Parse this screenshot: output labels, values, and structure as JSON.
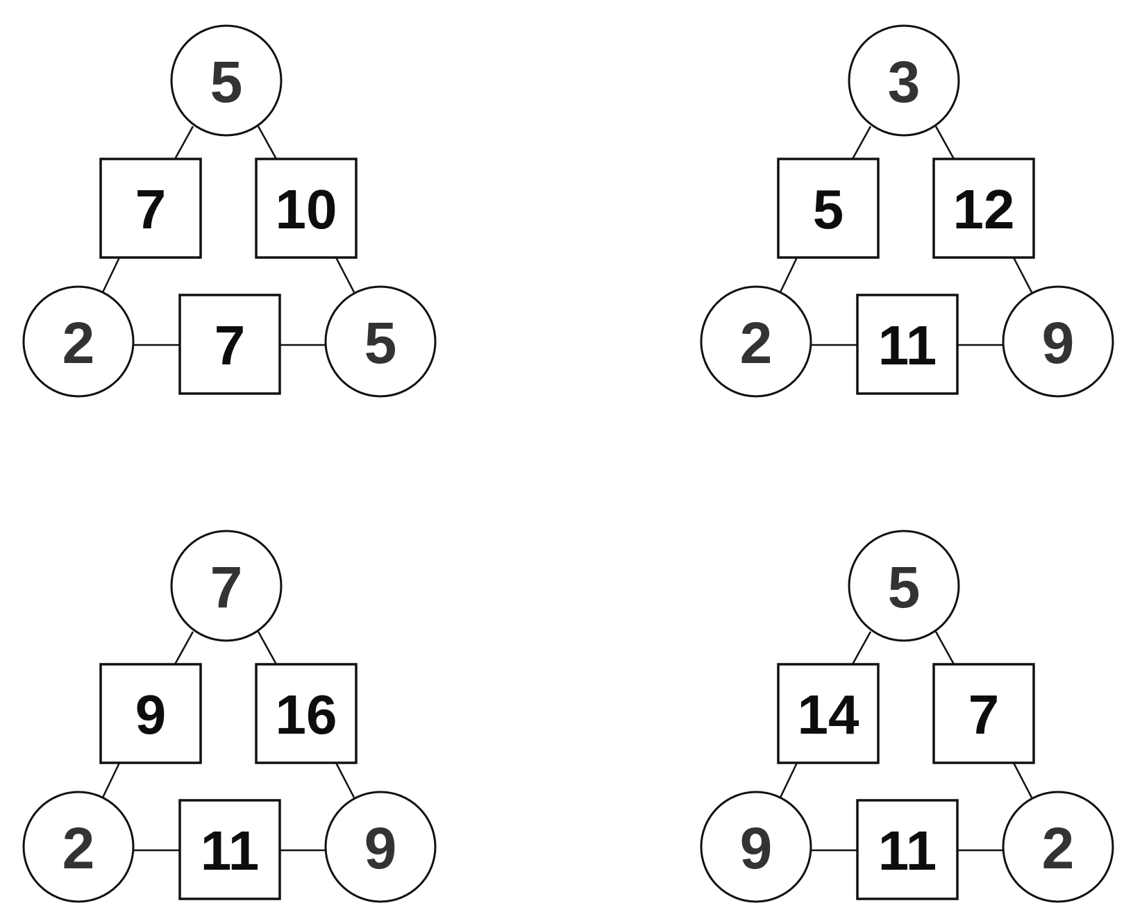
{
  "colors": {
    "stroke": "#111111",
    "circle_text": "#333333",
    "box_text": "#0d0d0d",
    "background": "#ffffff"
  },
  "puzzles": [
    {
      "top_circle": "5",
      "left_circle": "2",
      "right_circle": "5",
      "left_box": "7",
      "right_box": "10",
      "bottom_box": "7"
    },
    {
      "top_circle": "3",
      "left_circle": "2",
      "right_circle": "9",
      "left_box": "5",
      "right_box": "12",
      "bottom_box": "11"
    },
    {
      "top_circle": "7",
      "left_circle": "2",
      "right_circle": "9",
      "left_box": "9",
      "right_box": "16",
      "bottom_box": "11"
    },
    {
      "top_circle": "5",
      "left_circle": "9",
      "right_circle": "2",
      "left_box": "14",
      "right_box": "7",
      "bottom_box": "11"
    }
  ]
}
